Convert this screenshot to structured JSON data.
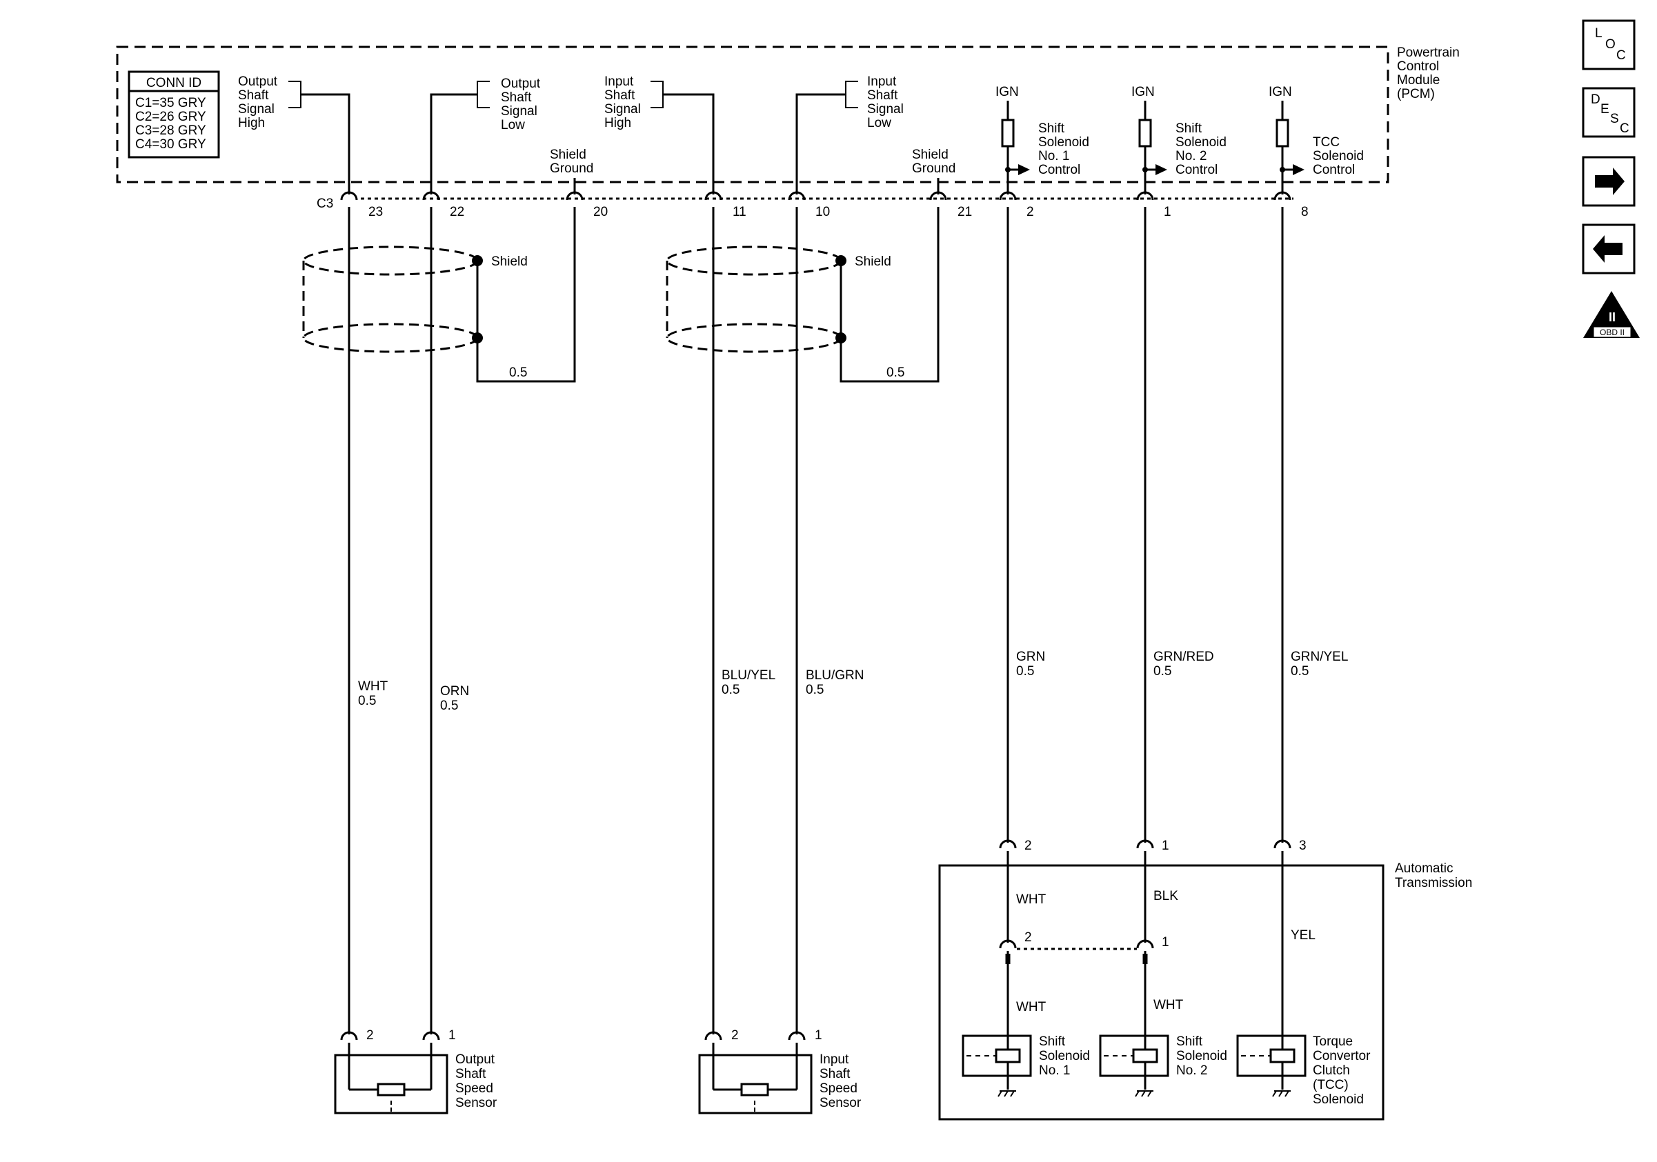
{
  "pcm": {
    "title": [
      "Powertrain",
      "Control",
      "Module",
      "(PCM)"
    ],
    "conn_id": {
      "title": "CONN ID",
      "rows": [
        "C1=35 GRY",
        "C2=26 GRY",
        "C3=28 GRY",
        "C4=30 GRY"
      ]
    },
    "connector": "C3",
    "signals": [
      [
        "Output",
        "Shaft",
        "Signal",
        "High"
      ],
      [
        "Output",
        "Shaft",
        "Signal",
        "Low"
      ],
      [
        "Input",
        "Shaft",
        "Signal",
        "High"
      ],
      [
        "Input",
        "Shaft",
        "Signal",
        "Low"
      ]
    ],
    "shield_ground": [
      "Shield",
      "Ground"
    ],
    "ign": "IGN",
    "controls": [
      [
        "Shift",
        "Solenoid",
        "No. 1",
        "Control"
      ],
      [
        "Shift",
        "Solenoid",
        "No. 2",
        "Control"
      ],
      [
        "TCC",
        "Solenoid",
        "Control"
      ]
    ],
    "pins": [
      "23",
      "22",
      "20",
      "11",
      "10",
      "21",
      "2",
      "1",
      "8"
    ]
  },
  "shield_label": "Shield",
  "shield_gauge": "0.5",
  "wires": [
    {
      "color": "WHT",
      "gauge": "0.5"
    },
    {
      "color": "ORN",
      "gauge": "0.5"
    },
    {
      "color": "BLU/YEL",
      "gauge": "0.5"
    },
    {
      "color": "BLU/GRN",
      "gauge": "0.5"
    },
    {
      "color": "GRN",
      "gauge": "0.5"
    },
    {
      "color": "GRN/RED",
      "gauge": "0.5"
    },
    {
      "color": "GRN/YEL",
      "gauge": "0.5"
    }
  ],
  "output_sensor": {
    "name": [
      "Output",
      "Shaft",
      "Speed",
      "Sensor"
    ],
    "pins": [
      "2",
      "1"
    ]
  },
  "input_sensor": {
    "name": [
      "Input",
      "Shaft",
      "Speed",
      "Sensor"
    ],
    "pins": [
      "2",
      "1"
    ]
  },
  "transmission": {
    "title": [
      "Automatic",
      "Transmission"
    ],
    "entry_pins": [
      "2",
      "1",
      "3"
    ],
    "inner_colors": [
      "WHT",
      "BLK",
      "YEL"
    ],
    "inner_pins": [
      "2",
      "1"
    ],
    "lower_colors": [
      "WHT",
      "WHT"
    ],
    "solenoids": [
      [
        "Shift",
        "Solenoid",
        "No. 1"
      ],
      [
        "Shift",
        "Solenoid",
        "No. 2"
      ],
      [
        "Torque",
        "Convertor",
        "Clutch",
        "(TCC)",
        "Solenoid"
      ]
    ]
  },
  "nav": {
    "loc": [
      "L",
      "O",
      "C"
    ],
    "desc": [
      "D",
      "E",
      "S",
      "C"
    ],
    "forward_icon": "arrow-right",
    "back_icon": "arrow-left",
    "obd": {
      "numeral": "II",
      "label": "OBD II"
    }
  }
}
